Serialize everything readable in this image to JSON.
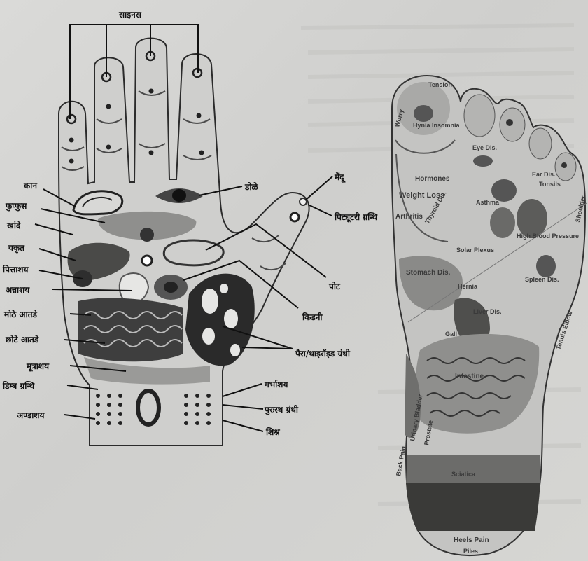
{
  "hand": {
    "top_label": "साइनस",
    "left_labels": [
      "कान",
      "फुप्फुस",
      "खांदे",
      "यकृत",
      "पित्ताशय",
      "अन्नाशय",
      "मोठे आतडे",
      "छोटे आतडे",
      "मूत्राशय",
      "डिम्ब ग्रन्थि",
      "अण्डाशय"
    ],
    "eye_label": "डोळे",
    "brain_label": "मेंदू",
    "pituitary_label": "पिट्यूटरी ग्रन्थि",
    "stomach_label": "पोट",
    "kidney_label": "किडनी",
    "thyroid_label": "पैरा/थाइरॉइड ग्रंथी",
    "uterus_label": "गर्भाशय",
    "prostate_label": "पुरःस्थ ग्रंथी",
    "penis_label": "शिश्न"
  },
  "foot": {
    "labels": {
      "tension": "Tension",
      "worry": "Worry",
      "hynia_insomnia": "Hynia Insomnia",
      "hormones": "Hormones",
      "weight_loss": "Weight Loss",
      "arthritis": "Arthritis",
      "thyroid": "Thyroid Dis.",
      "eye": "Eye Dis.",
      "ear": "Ear Dis.",
      "tonsils": "Tonsils",
      "asthma": "Asthma",
      "high_blood": "High Blood Pressure",
      "solar": "Solar Plexus",
      "spleen": "Spleen Dis.",
      "stomach": "Stomach Dis.",
      "liver": "Liver Dis.",
      "gall": "Gall",
      "intestine": "Intestine",
      "hernia": "Hernia",
      "back_pain": "Back Pain",
      "urinary": "Urinary Bladder",
      "prostate": "Prostate",
      "tennis_elbow": "Tennis Elbow",
      "shoulder": "Shoulder",
      "sciatica": "Sciatica",
      "heels_pain": "Heels Pain",
      "piles": "Piles"
    }
  }
}
